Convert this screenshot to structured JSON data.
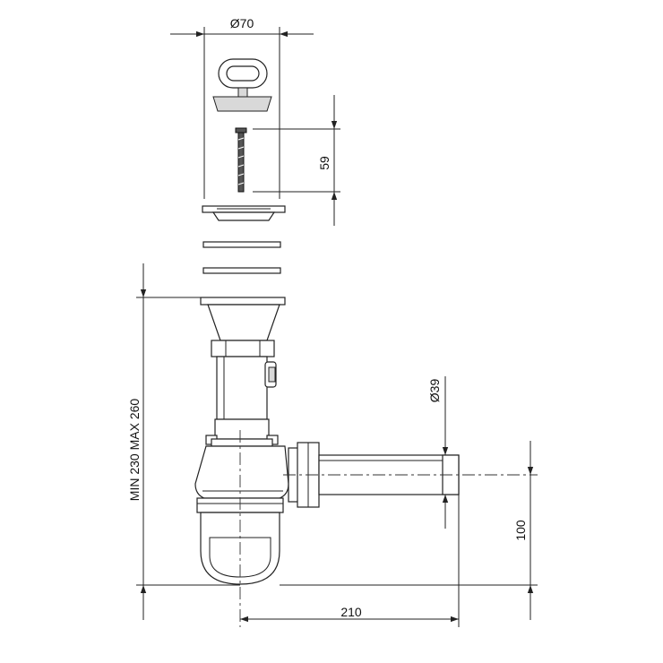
{
  "dimensions": {
    "top_diameter": "Ø70",
    "plug_height": "59",
    "total_height": "MIN 230 MAX 260",
    "outlet_diameter": "Ø39",
    "outlet_height": "100",
    "outlet_length": "210"
  },
  "colors": {
    "line": "#222222",
    "shade": "#d9d9d9",
    "dark": "#555555"
  }
}
